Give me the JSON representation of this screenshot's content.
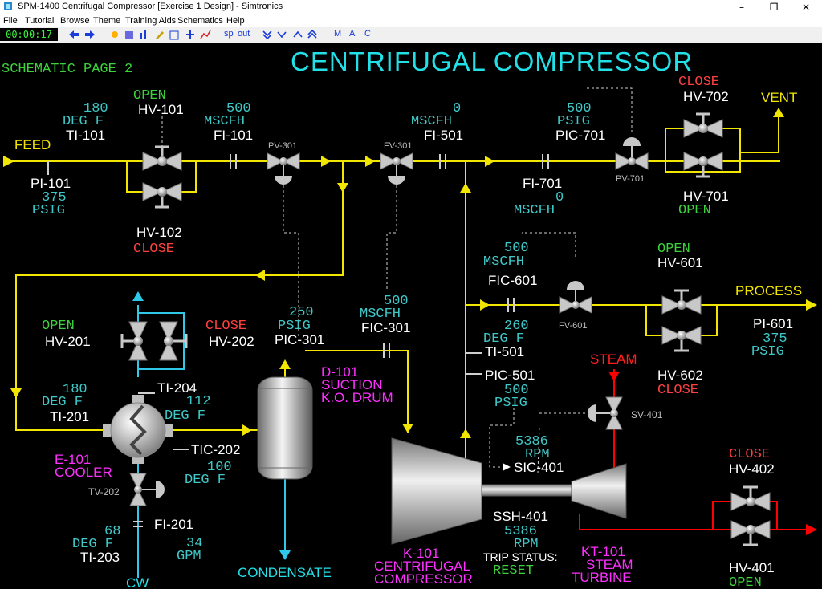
{
  "window": {
    "title": "SPM-1400 Centrifugal Compressor [Exercise 1 Design] - Simtronics",
    "minimize": "–",
    "maximize": "❐",
    "close": "✕"
  },
  "menu": [
    "File",
    "Tutorial",
    "Browse",
    "Theme",
    "Training Aids",
    "Schematics",
    "Help"
  ],
  "toolbar": {
    "clock": "00:00:17",
    "sp": "sp",
    "out": "out",
    "m": "M",
    "a": "A",
    "c": "C"
  },
  "page": {
    "label": "SCHEMATIC PAGE 2",
    "title": "CENTRIFUGAL COMPRESSOR"
  },
  "streams": {
    "feed": "FEED",
    "vent": "VENT",
    "process": "PROCESS",
    "steam": "STEAM",
    "condensate": "CONDENSATE",
    "cw": "CW"
  },
  "instruments": {
    "ti101": {
      "tag": "TI-101",
      "value": "180",
      "unit": "DEG F"
    },
    "pi101": {
      "tag": "PI-101",
      "value": "375",
      "unit": "PSIG"
    },
    "hv101": {
      "tag": "HV-101",
      "status": "OPEN"
    },
    "hv102": {
      "tag": "HV-102",
      "status": "CLOSE"
    },
    "fi101": {
      "tag": "FI-101",
      "value": "500",
      "unit": "MSCFH"
    },
    "pv301": {
      "tag": "PV-301"
    },
    "fv301": {
      "tag": "FV-301"
    },
    "fi501": {
      "tag": "FI-501",
      "value": "0",
      "unit": "MSCFH"
    },
    "pic701": {
      "tag": "PIC-701",
      "value": "500",
      "unit": "PSIG"
    },
    "pv701": {
      "tag": "PV-701"
    },
    "fi701": {
      "tag": "FI-701",
      "value": "0",
      "unit": "MSCFH"
    },
    "hv702": {
      "tag": "HV-702",
      "status": "CLOSE"
    },
    "hv701": {
      "tag": "HV-701",
      "status": "OPEN"
    },
    "fic601": {
      "tag": "FIC-601",
      "value": "500",
      "unit": "MSCFH"
    },
    "fv601": {
      "tag": "FV-601"
    },
    "hv601": {
      "tag": "HV-601",
      "status": "OPEN"
    },
    "hv602": {
      "tag": "HV-602",
      "status": "CLOSE"
    },
    "pi601": {
      "tag": "PI-601",
      "value": "375",
      "unit": "PSIG"
    },
    "hv201": {
      "tag": "HV-201",
      "status": "OPEN"
    },
    "hv202": {
      "tag": "HV-202",
      "status": "CLOSE"
    },
    "pic301": {
      "tag": "PIC-301",
      "value": "250",
      "unit": "PSIG"
    },
    "fic301": {
      "tag": "FIC-301",
      "value": "500",
      "unit": "MSCFH"
    },
    "ti501": {
      "tag": "TI-501",
      "value": "260",
      "unit": "DEG F"
    },
    "pic501": {
      "tag": "PIC-501",
      "value": "500",
      "unit": "PSIG"
    },
    "ti204": {
      "tag": "TI-204"
    },
    "ti201": {
      "tag": "TI-201",
      "value": "180",
      "unit": "DEG F"
    },
    "tic202": {
      "tag": "TIC-202",
      "value": "112",
      "unit": "DEG F"
    },
    "tv202": {
      "tag": "TV-202",
      "value": "100",
      "unit": "DEG F"
    },
    "fi201": {
      "tag": "FI-201",
      "value": "34",
      "unit": "GPM"
    },
    "ti203": {
      "tag": "TI-203",
      "value": "68",
      "unit": "DEG F"
    },
    "sv401": {
      "tag": "SV-401"
    },
    "sic401": {
      "tag": "SIC-401",
      "value": "5386",
      "unit": "RPM"
    },
    "ssh401": {
      "tag": "SSH-401",
      "value": "5386",
      "unit": "RPM"
    },
    "trip": {
      "label": "TRIP STATUS:",
      "status": "RESET"
    },
    "hv402": {
      "tag": "HV-402",
      "status": "CLOSE"
    },
    "hv401": {
      "tag": "HV-401",
      "status": "OPEN"
    }
  },
  "equipment": {
    "e101": {
      "tag": "E-101",
      "name": "COOLER"
    },
    "d101": {
      "tag": "D-101",
      "line1": "SUCTION",
      "line2": "K.O. DRUM"
    },
    "k101": {
      "tag": "K-101",
      "line1": "CENTRIFUGAL",
      "line2": "COMPRESSOR"
    },
    "kt101": {
      "tag": "KT-101",
      "line1": "STEAM",
      "line2": "TURBINE"
    }
  },
  "colors": {
    "process_line": "#f2e600",
    "cw_line": "#2fc8e8",
    "steam_line": "#ff0000",
    "value_text": "#40c8c8",
    "tag_text": "#ffffff",
    "open_text": "#3cd23c",
    "close_text": "#ff4040",
    "equipment_text": "#ff30ff",
    "title_text": "#22e0e8",
    "page_label": "#3cd23c"
  }
}
